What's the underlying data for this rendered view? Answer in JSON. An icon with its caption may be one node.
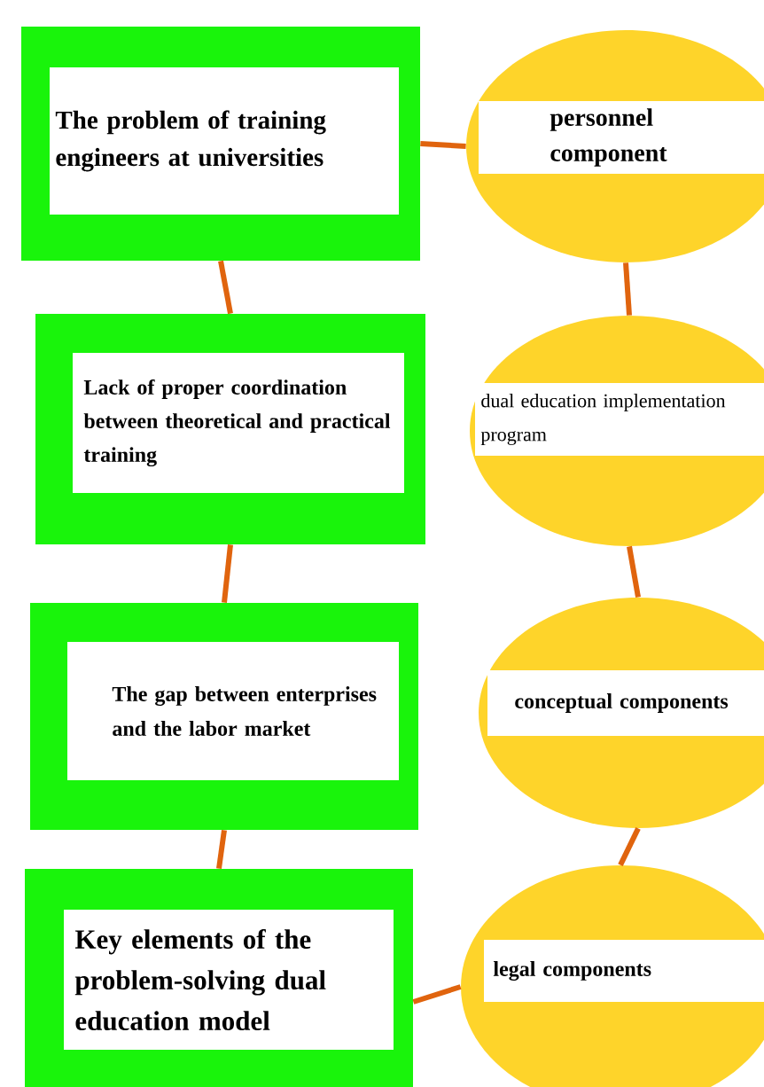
{
  "diagram": {
    "nodes": [
      {
        "text": [
          "The problem of training engineers at universities"
        ]
      },
      {
        "text": [
          "personnel component"
        ]
      },
      {
        "text": [
          "Lack of proper coordination between theoretical and practical training"
        ]
      },
      {
        "text": [
          "dual education implementation program"
        ]
      },
      {
        "text": [
          "The gap between enterprises and the labor market"
        ]
      },
      {
        "text": [
          "conceptual components"
        ]
      },
      {
        "text": [
          "Key elements of the problem-solving dual education model"
        ]
      },
      {
        "text": [
          "legal components"
        ]
      }
    ],
    "edges": [
      {
        "from": 0,
        "to": 1,
        "arrow": "none"
      },
      {
        "from": 0,
        "to": 2,
        "arrow": "none"
      },
      {
        "from": 1,
        "to": 3,
        "arrow": "none"
      },
      {
        "from": 2,
        "to": 4,
        "arrow": "none"
      },
      {
        "from": 3,
        "to": 5,
        "arrow": "none"
      },
      {
        "from": 4,
        "to": 6,
        "arrow": "none"
      },
      {
        "from": 5,
        "to": 7,
        "arrow": "none"
      },
      {
        "from": 6,
        "to": 7,
        "arrow": "none"
      }
    ]
  }
}
